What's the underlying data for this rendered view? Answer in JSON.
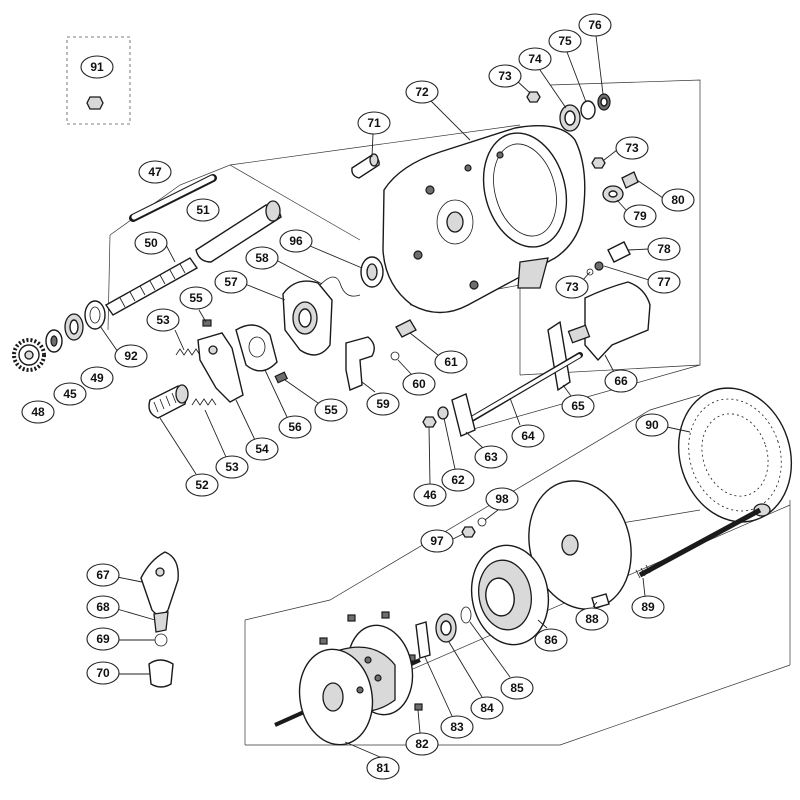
{
  "diagram": {
    "callout_labels": {
      "p47": "47",
      "p51": "51",
      "p50": "50",
      "p92": "92",
      "p49": "49",
      "p45": "45",
      "p48": "48",
      "p91": "91",
      "p55a": "55",
      "p53a": "53",
      "p57": "57",
      "p58": "58",
      "p96": "96",
      "p71": "71",
      "p72": "72",
      "p73a": "73",
      "p74": "74",
      "p75": "75",
      "p76": "76",
      "p73b": "73",
      "p80": "80",
      "p79": "79",
      "p78": "78",
      "p77": "77",
      "p73c": "73",
      "p61": "61",
      "p60": "60",
      "p59": "59",
      "p55b": "55",
      "p56": "56",
      "p54": "54",
      "p53b": "53",
      "p52": "52",
      "p66": "66",
      "p65": "65",
      "p64": "64",
      "p63": "63",
      "p62": "62",
      "p46": "46",
      "p90": "90",
      "p98": "98",
      "p97": "97",
      "p89": "89",
      "p88": "88",
      "p86": "86",
      "p85": "85",
      "p84": "84",
      "p83": "83",
      "p82": "82",
      "p81": "81",
      "p67": "67",
      "p68": "68",
      "p69": "69",
      "p70": "70"
    }
  }
}
